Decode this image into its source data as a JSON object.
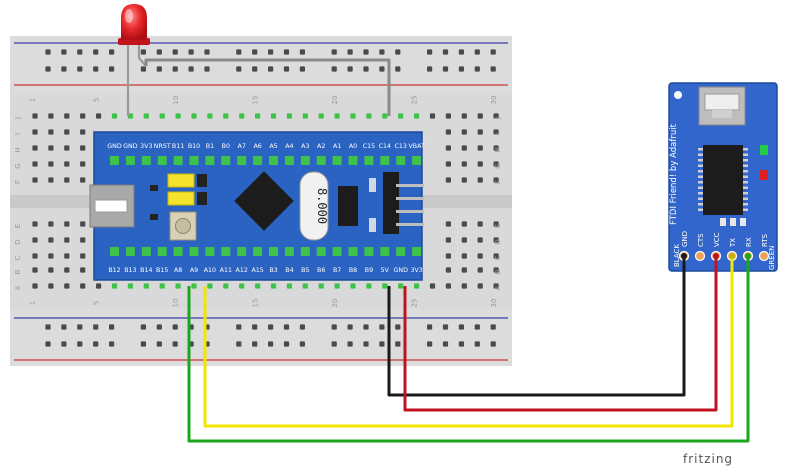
{
  "breadboard": {
    "column_numbers": [
      "1",
      "5",
      "10",
      "15",
      "20",
      "25",
      "30"
    ],
    "row_letters_top": [
      "J",
      "I",
      "H",
      "G",
      "F"
    ],
    "row_letters_bottom": [
      "E",
      "D",
      "C",
      "B",
      "A"
    ]
  },
  "bluepill": {
    "top_pins": [
      "GND",
      "GND",
      "3V3",
      "NRST",
      "B11",
      "B10",
      "B1",
      "B0",
      "A7",
      "A6",
      "A5",
      "A4",
      "A3",
      "A2",
      "A1",
      "A0",
      "C15",
      "C14",
      "C13",
      "VBAT"
    ],
    "bottom_pins": [
      "B12",
      "B13",
      "B14",
      "B15",
      "A8",
      "A9",
      "A10",
      "A11",
      "A12",
      "A15",
      "B3",
      "B4",
      "B5",
      "B6",
      "B7",
      "B8",
      "B9",
      "5V",
      "GND",
      "3V3"
    ],
    "crystal_label": "8.000"
  },
  "ftdi": {
    "brand_text": "FTDI Friend! by Adafruit",
    "pins": [
      "GND",
      "CTS",
      "VCC",
      "TX",
      "RX",
      "RTS"
    ],
    "left_label": "BLACK",
    "right_label": "GREEN"
  },
  "wire_colors": {
    "gnd": "#1a1a1a",
    "vcc": "#c1121f",
    "tx": "#f2e600",
    "rx": "#19a81a",
    "led": "#8a8a8a"
  },
  "logo": "fritzing"
}
